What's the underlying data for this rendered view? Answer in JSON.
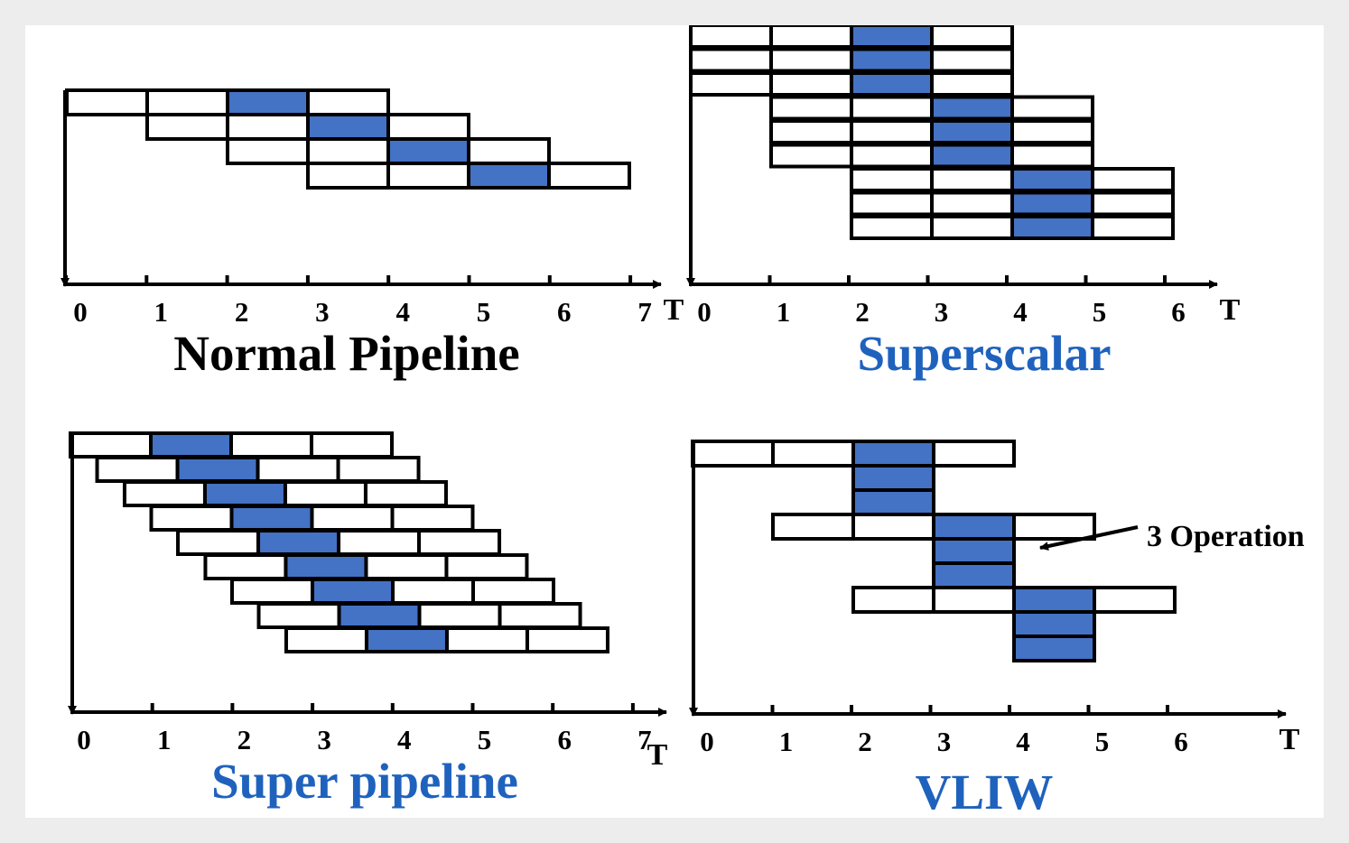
{
  "colors": {
    "highlight": "#4472c4",
    "title_blue": "#1f62be",
    "title_black": "#000000",
    "stroke": "#000000"
  },
  "panels": [
    {
      "id": "normal-pipeline",
      "title": "Normal Pipeline",
      "title_color": "black",
      "axis_label": "T",
      "ticks": [
        "0",
        "1",
        "2",
        "3",
        "4",
        "5",
        "6",
        "7"
      ],
      "instructions": [
        {
          "start": 0,
          "row": 0,
          "stages": 4,
          "highlight_stage": 2
        },
        {
          "start": 1,
          "row": 1,
          "stages": 4,
          "highlight_stage": 2
        },
        {
          "start": 2,
          "row": 2,
          "stages": 4,
          "highlight_stage": 2
        },
        {
          "start": 3,
          "row": 3,
          "stages": 4,
          "highlight_stage": 2
        }
      ]
    },
    {
      "id": "superscalar",
      "title": "Superscalar",
      "title_color": "blue",
      "axis_label": "T",
      "ticks": [
        "0",
        "1",
        "2",
        "3",
        "4",
        "5",
        "6"
      ],
      "instructions": [
        {
          "start": 0,
          "row": 0,
          "stages": 4,
          "highlight_stage": 2
        },
        {
          "start": 0,
          "row": 1,
          "stages": 4,
          "highlight_stage": 2
        },
        {
          "start": 0,
          "row": 2,
          "stages": 4,
          "highlight_stage": 2
        },
        {
          "start": 1,
          "row": 3,
          "stages": 4,
          "highlight_stage": 2
        },
        {
          "start": 1,
          "row": 4,
          "stages": 4,
          "highlight_stage": 2
        },
        {
          "start": 1,
          "row": 5,
          "stages": 4,
          "highlight_stage": 2
        },
        {
          "start": 2,
          "row": 6,
          "stages": 4,
          "highlight_stage": 2
        },
        {
          "start": 2,
          "row": 7,
          "stages": 4,
          "highlight_stage": 2
        },
        {
          "start": 2,
          "row": 8,
          "stages": 4,
          "highlight_stage": 2
        }
      ]
    },
    {
      "id": "super-pipeline",
      "title": "Super pipeline",
      "title_color": "blue",
      "axis_label": "T",
      "ticks": [
        "0",
        "1",
        "2",
        "3",
        "4",
        "5",
        "6",
        "7"
      ],
      "instructions": [
        {
          "start": 0,
          "row": 0,
          "stages": 4,
          "highlight_stage": 1
        },
        {
          "start": 0.33,
          "row": 1,
          "stages": 4,
          "highlight_stage": 1
        },
        {
          "start": 0.67,
          "row": 2,
          "stages": 4,
          "highlight_stage": 1
        },
        {
          "start": 1,
          "row": 3,
          "stages": 4,
          "highlight_stage": 1
        },
        {
          "start": 1.33,
          "row": 4,
          "stages": 4,
          "highlight_stage": 1
        },
        {
          "start": 1.67,
          "row": 5,
          "stages": 4,
          "highlight_stage": 1
        },
        {
          "start": 2,
          "row": 6,
          "stages": 4,
          "highlight_stage": 1
        },
        {
          "start": 2.33,
          "row": 7,
          "stages": 4,
          "highlight_stage": 1
        },
        {
          "start": 2.67,
          "row": 8,
          "stages": 4,
          "highlight_stage": 1
        }
      ]
    },
    {
      "id": "vliw",
      "title": "VLIW",
      "title_color": "blue",
      "axis_label": "T",
      "ticks": [
        "0",
        "1",
        "2",
        "3",
        "4",
        "5",
        "6"
      ],
      "annotation": "3 Operation",
      "instructions": [
        {
          "start": 0,
          "row": 0,
          "stages": 4,
          "highlight_stage": 2,
          "ops": 3
        },
        {
          "start": 1,
          "row": 3,
          "stages": 4,
          "highlight_stage": 2,
          "ops": 3
        },
        {
          "start": 2,
          "row": 6,
          "stages": 4,
          "highlight_stage": 2,
          "ops": 3
        }
      ]
    }
  ]
}
